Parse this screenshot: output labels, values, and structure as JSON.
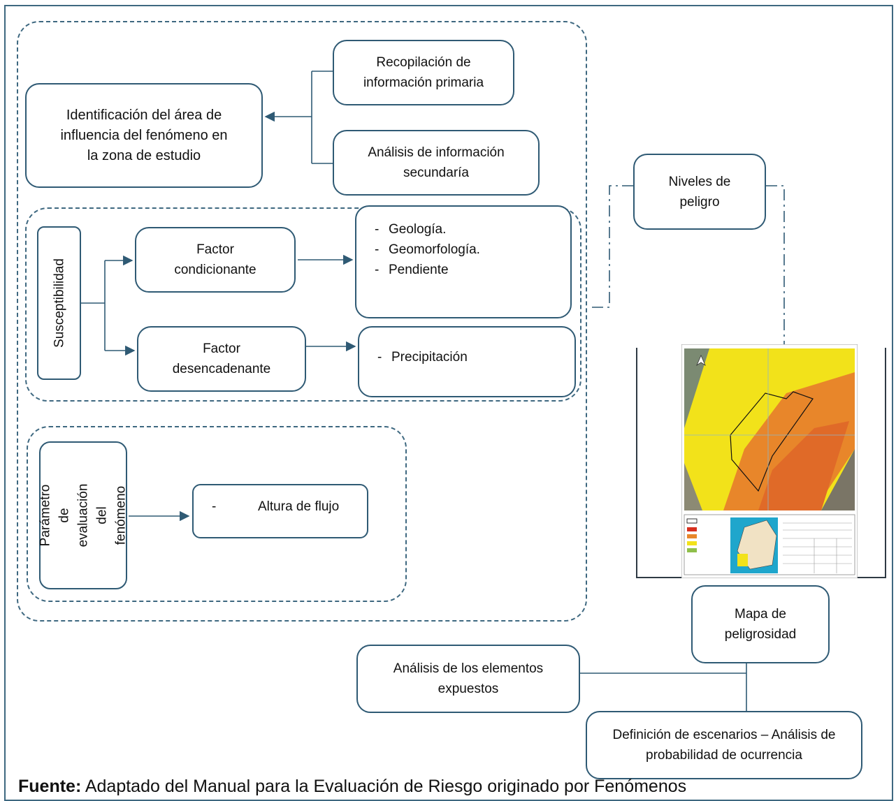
{
  "nodes": {
    "recopilacion": "Recopilación de\ninformación primaria",
    "identificacion": "Identificación del área de\ninfluencia del fenómeno en\nla zona de estudio",
    "analisis_secundaria": "Análisis de información\nsecundaría",
    "niveles": "Niveles de\npeligro",
    "susceptibilidad": "Susceptibilidad",
    "factor_condicionante": "Factor\ncondicionante",
    "factor_desencadenante": "Factor\ndesencadenante",
    "condicionante_items": [
      "Geología.",
      "Geomorfología.",
      "Pendiente"
    ],
    "desencadenante_items": [
      "Precipitación"
    ],
    "parametro": "Parámetro de\nevaluación del\nfenómeno",
    "altura_item": "Altura de flujo",
    "mapa": "Mapa de\npeligrosidad",
    "elementos": "Análisis de los elementos\nexpuestos",
    "escenarios": "Definición de escenarios – Análisis de\nprobabilidad de ocurrencia"
  },
  "footer": {
    "label": "Fuente:",
    "text": " Adaptado del Manual para la Evaluación de Riesgo originado por Fenómenos"
  },
  "colors": {
    "line": "#2f5a74",
    "dash": "#3e6880",
    "map_yellow": "#f2e21a",
    "map_orange": "#e8862a"
  }
}
